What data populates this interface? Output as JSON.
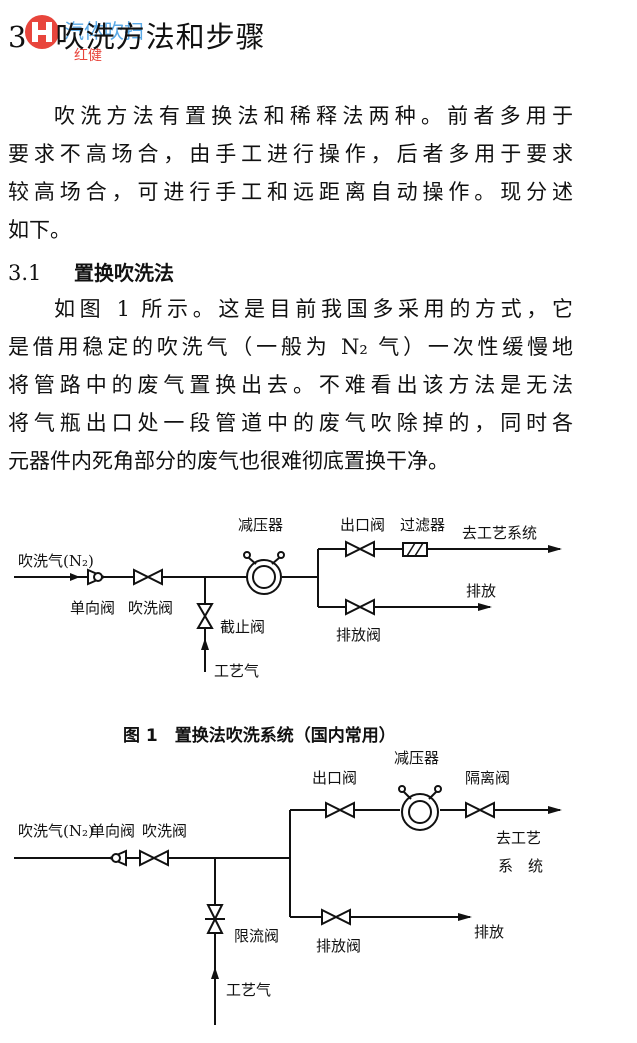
{
  "title": {
    "num": "3",
    "text": "吹洗方法和步骤"
  },
  "logo": {
    "top": "汽体吹扫",
    "bottom": "红健"
  },
  "intro": {
    "lines": [
      "吹洗方法有置换法和稀释法两种。前者多用于",
      "要求不高场合，由手工进行操作，后者多用于要求",
      "较高场合，可进行手工和远距离自动操作。现分述",
      "如下。"
    ]
  },
  "section": {
    "num": "3.1",
    "title": "置换吹洗法"
  },
  "section_para": {
    "lines": [
      "如图 1 所示。这是目前我国多采用的方式，它",
      "是借用稳定的吹洗气（一般为 N₂ 气）一次性缓慢地",
      "将管路中的废气置换出去。不难看出该方法是无法",
      "将气瓶出口处一段管道中的废气吹除掉的，同时各",
      "元器件内死角部分的废气也很难彻底置换干净。"
    ]
  },
  "fig1": {
    "inlet": "吹洗气(N₂)",
    "check_valve": "单向阀",
    "purge_valve": "吹洗阀",
    "reducer": "减压器",
    "outlet_valve": "出口阀",
    "filter": "过滤器",
    "to_process": "去工艺系统",
    "vent": "排放",
    "vent_valve": "排放阀",
    "stop_valve": "截止阀",
    "process_gas": "工艺气"
  },
  "caption": "图 1　置换法吹洗系统（国内常用）",
  "fig2": {
    "inlet": "吹洗气(N₂)",
    "check_valve": "单向阀",
    "purge_valve": "吹洗阀",
    "outlet_valve": "出口阀",
    "reducer": "减压器",
    "isolation_valve": "隔离阀",
    "to_process_1": "去工艺",
    "to_process_2": "系　统",
    "vent": "排放",
    "vent_valve": "排放阀",
    "restrict_valve": "限流阀",
    "process_gas": "工艺气"
  }
}
